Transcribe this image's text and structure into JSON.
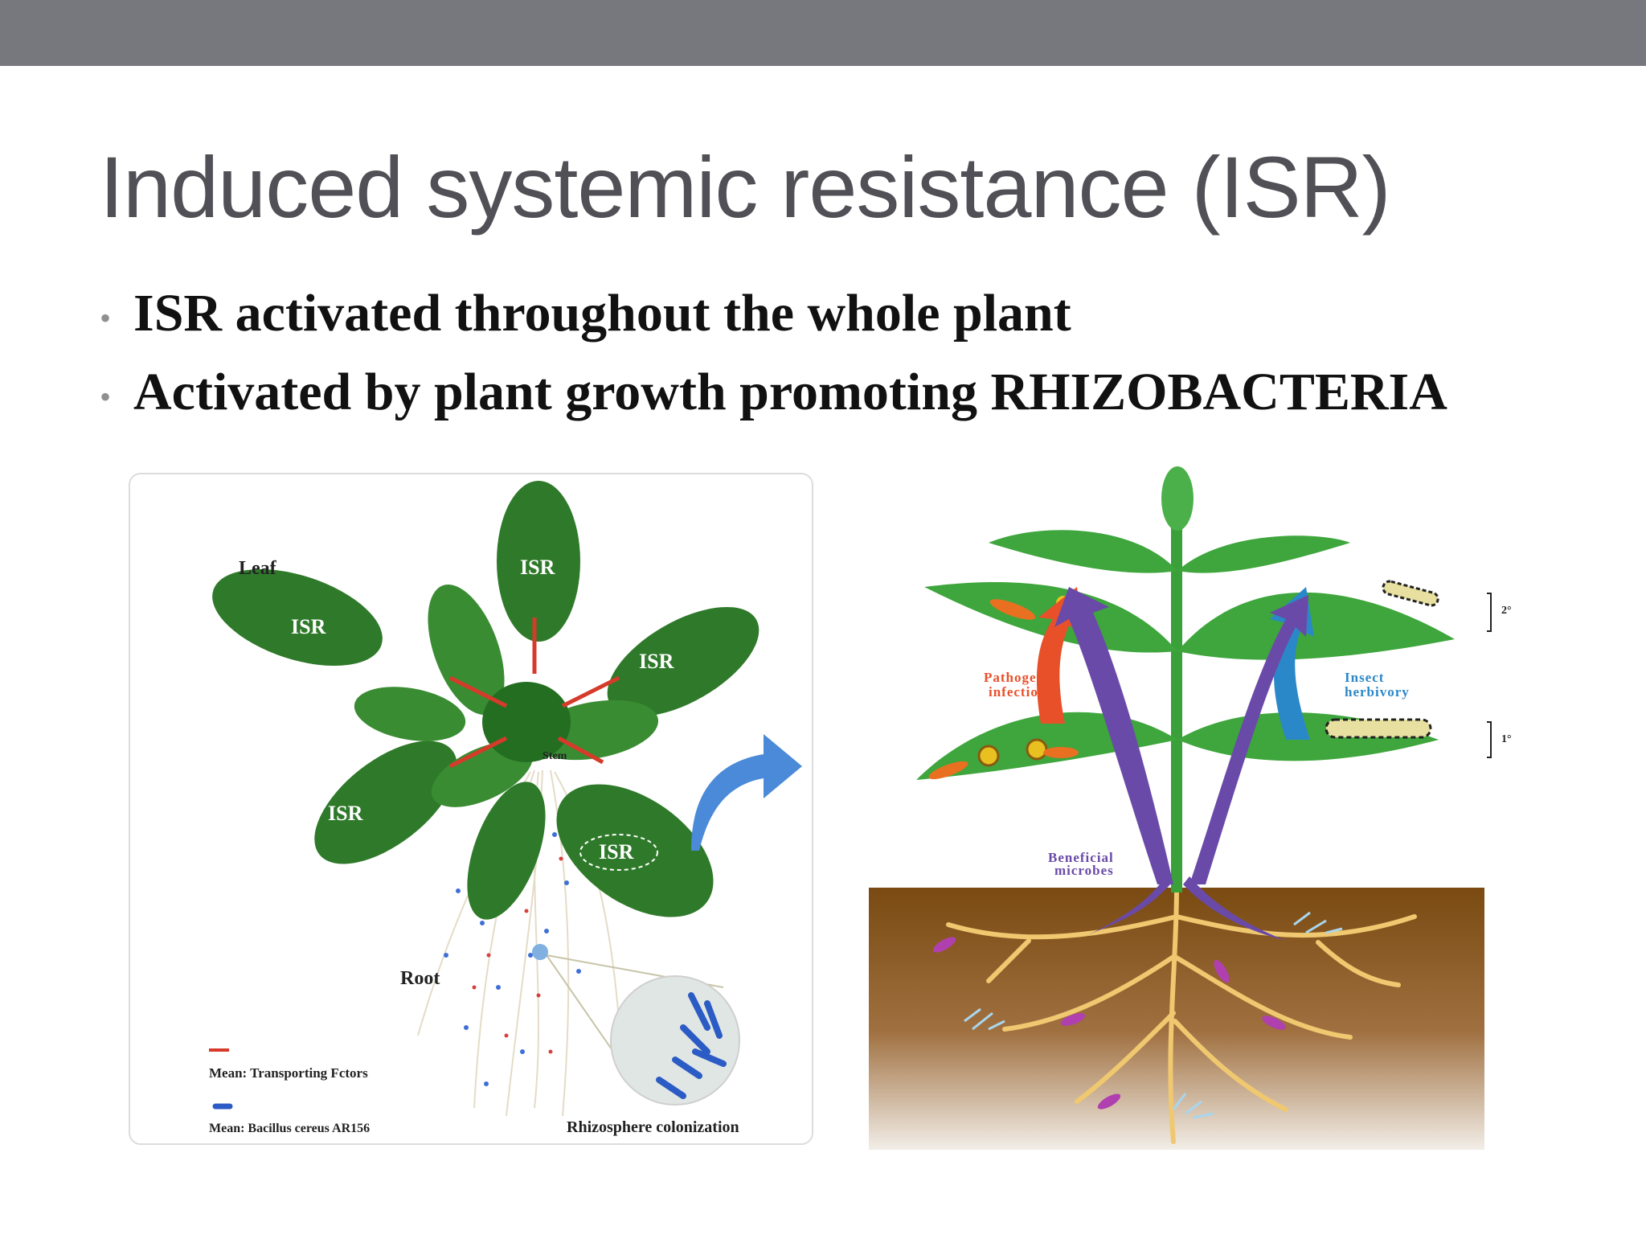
{
  "header_bar": {
    "color": "#77777e"
  },
  "slide": {
    "title": "Induced systemic resistance (ISR)",
    "bullets": [
      "ISR activated throughout the whole plant",
      "Activated by plant growth promoting RHIZOBACTERIA"
    ]
  },
  "left_figure": {
    "leaf_label": "Leaf",
    "isr_labels": [
      "ISR",
      "ISR",
      "ISR",
      "ISR",
      "ISR"
    ],
    "stem_label": "Stem",
    "root_label": "Root",
    "legend_transport": "Mean: Transporting Fctors",
    "legend_bacillus": "Mean: Bacillus cereus AR156",
    "caption": "Rhizosphere colonization"
  },
  "right_figure": {
    "pathogen_label_1": "Pathogen",
    "pathogen_label_2": "infection",
    "insect_label_1": "Insect",
    "insect_label_2": "herbivory",
    "microbes_label_1": "Beneficial",
    "microbes_label_2": "microbes",
    "secondary_mark": "2°",
    "primary_mark": "1°"
  }
}
